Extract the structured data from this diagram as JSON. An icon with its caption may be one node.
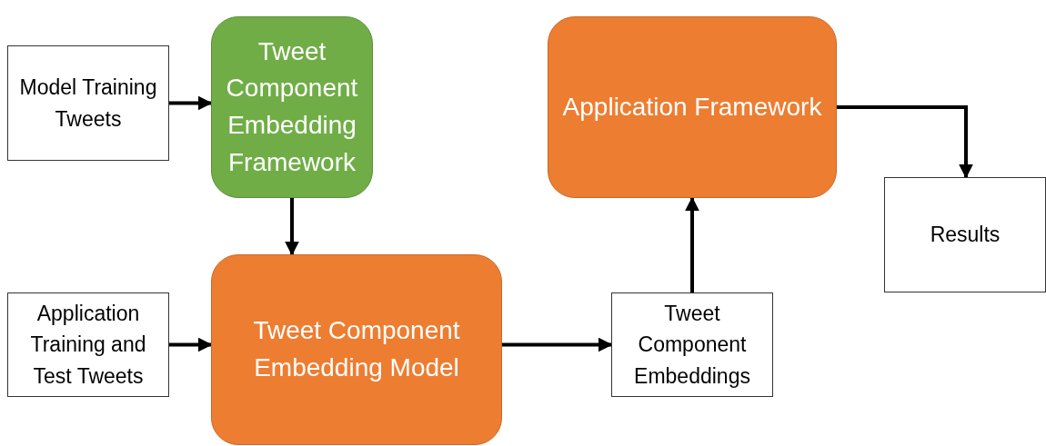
{
  "diagram": {
    "nodes": [
      {
        "text": [
          "Model Training Tweets"
        ]
      },
      {
        "text": [
          "Tweet Component Embedding Framework"
        ]
      },
      {
        "text": [
          "Application Framework"
        ]
      },
      {
        "text": [
          "Application Training and Test Tweets"
        ]
      },
      {
        "text": [
          "Tweet Component Embedding Model"
        ]
      },
      {
        "text": [
          "Tweet Component Embeddings"
        ]
      },
      {
        "text": [
          "Results"
        ]
      }
    ],
    "edges": [
      {
        "from": 0,
        "to": 1,
        "arrow": "to"
      },
      {
        "from": 1,
        "to": 4,
        "arrow": "to"
      },
      {
        "from": 3,
        "to": 4,
        "arrow": "to"
      },
      {
        "from": 4,
        "to": 5,
        "arrow": "to"
      },
      {
        "from": 5,
        "to": 2,
        "arrow": "to"
      },
      {
        "from": 2,
        "to": 6,
        "arrow": "to"
      }
    ]
  }
}
